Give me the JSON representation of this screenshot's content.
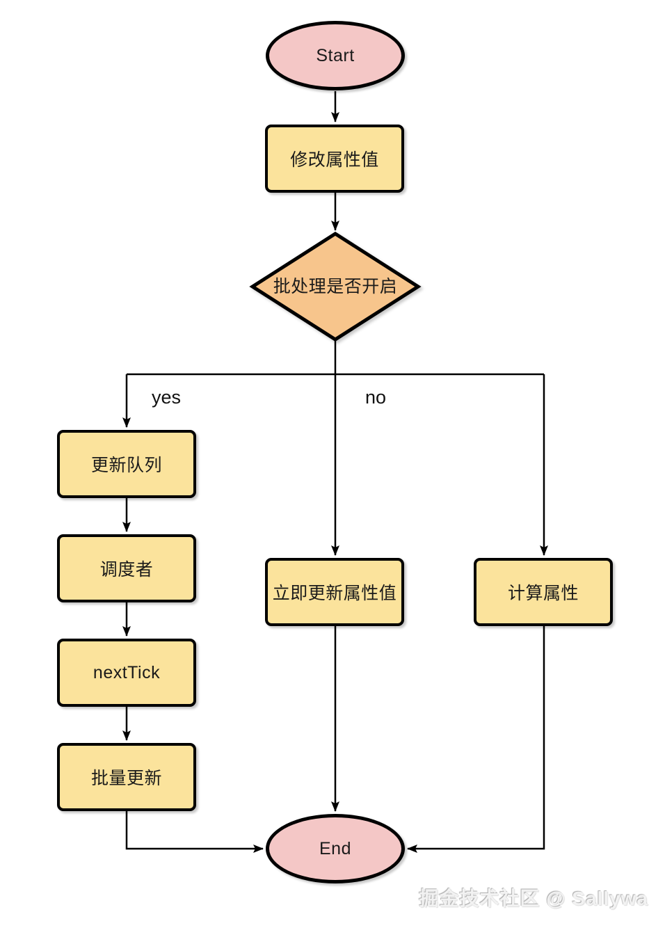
{
  "diagram": {
    "nodes": {
      "start": {
        "label": "Start",
        "type": "terminal"
      },
      "modify_property": {
        "label": "修改属性值",
        "type": "process"
      },
      "batch_decision": {
        "label": "批处理是否开启",
        "type": "decision"
      },
      "update_queue": {
        "label": "更新队列",
        "type": "process"
      },
      "scheduler": {
        "label": "调度者",
        "type": "process"
      },
      "next_tick": {
        "label": "nextTick",
        "type": "process"
      },
      "batch_update": {
        "label": "批量更新",
        "type": "process"
      },
      "immediate_update": {
        "label": "立即更新属性值",
        "type": "process"
      },
      "computed_property": {
        "label": "计算属性",
        "type": "process"
      },
      "end": {
        "label": "End",
        "type": "terminal"
      }
    },
    "edge_labels": {
      "yes": "yes",
      "no": "no"
    },
    "colors": {
      "terminal_fill": "#f4c7c6",
      "process_fill": "#fbe39c",
      "decision_fill": "#f7c58c",
      "stroke": "#000000",
      "background": "#ffffff"
    }
  },
  "watermark": {
    "text": "掘金技术社区 @ Sallywa"
  }
}
